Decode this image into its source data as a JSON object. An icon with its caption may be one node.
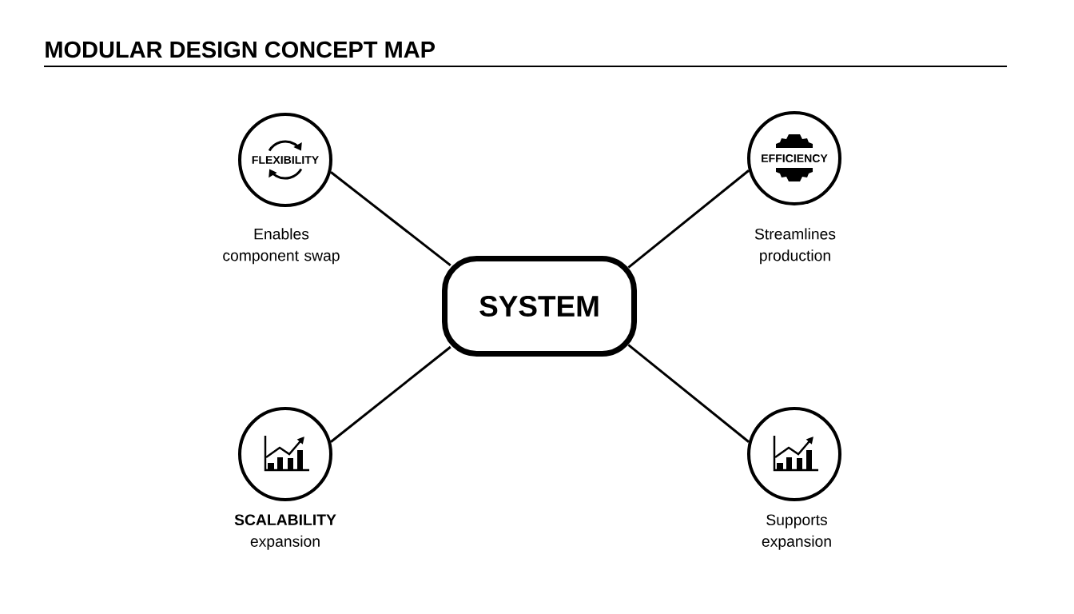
{
  "diagram": {
    "title": "MODULAR DESIGN CONCEPT MAP",
    "nodes": [
      {
        "text": [
          "FLEXIBILITY"
        ],
        "beside": [
          "Enables component swap"
        ]
      },
      {
        "text": [
          "EFFICIENCY"
        ],
        "beside": [
          "Streamlines production"
        ]
      },
      {
        "text": [
          "SYSTEM"
        ]
      },
      {
        "text": [],
        "shape": "circle",
        "beside": [
          "**SCALABILITY** expansion"
        ]
      },
      {
        "text": [],
        "shape": "circle",
        "beside": [
          "Supports expansion"
        ]
      }
    ],
    "edges": [
      {
        "from": 2,
        "to": 0,
        "arrow": "none"
      },
      {
        "from": 2,
        "to": 1,
        "arrow": "none"
      },
      {
        "from": 2,
        "to": 3,
        "arrow": "none"
      },
      {
        "from": 2,
        "to": 4,
        "arrow": "none"
      }
    ]
  }
}
